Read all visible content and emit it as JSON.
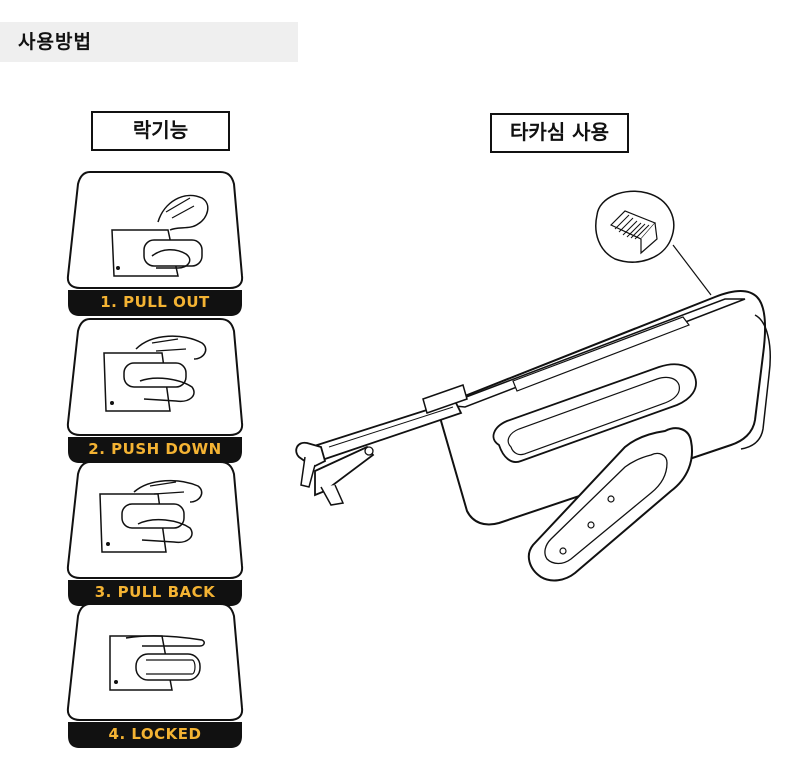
{
  "section": {
    "title": "사용방법"
  },
  "lock_function": {
    "title": "락기능",
    "steps": [
      {
        "label": "1. PULL OUT"
      },
      {
        "label": "2. PUSH DOWN"
      },
      {
        "label": "3. PULL BACK"
      },
      {
        "label": "4. LOCKED"
      }
    ]
  },
  "staple_use": {
    "title": "타카심 사용"
  },
  "colors": {
    "header_bg": "#efefef",
    "caption_bar": "#111111",
    "caption_text": "#f4b333",
    "line": "#111111"
  }
}
